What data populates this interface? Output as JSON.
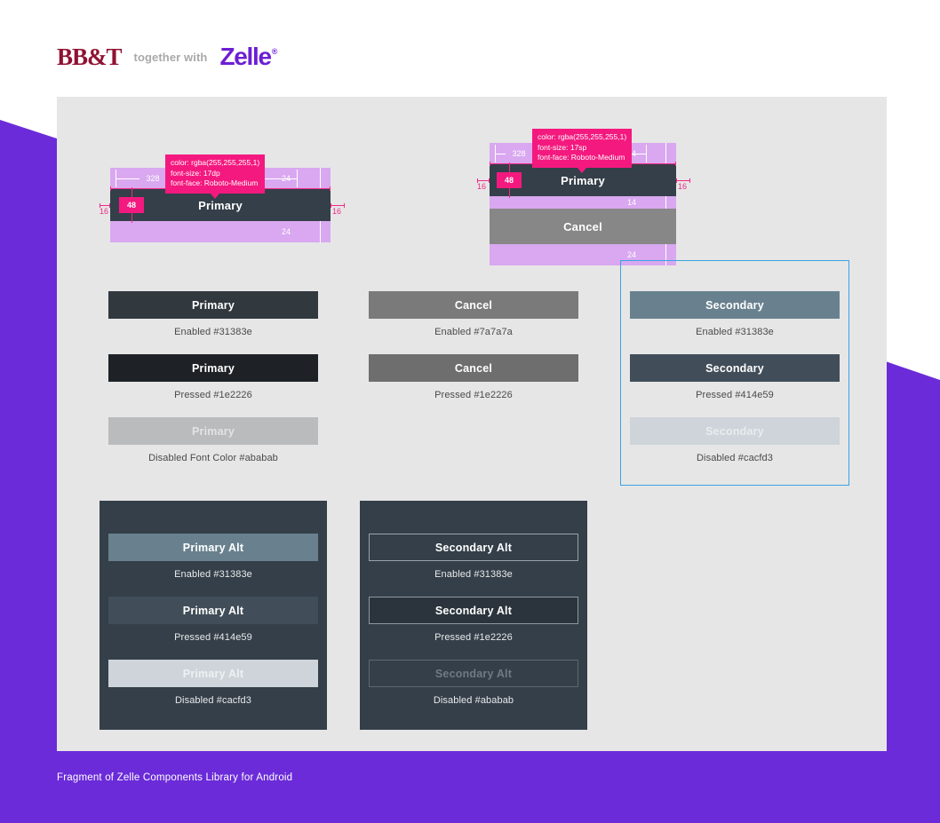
{
  "header": {
    "brand": "BB&T",
    "tagline": "together with",
    "partner": "Zelle",
    "partner_mark": "®"
  },
  "footer": {
    "caption": "Fragment of Zelle Components Library for Android"
  },
  "colors": {
    "purple": "#6b2bd9",
    "canvas": "#e6e6e6",
    "redline_pink": "#f4197f",
    "redline_pad": "#d9a8f0",
    "selection_blue": "#3aa3e3",
    "bbt_red": "#8f1232",
    "zelle_purple": "#6d1ed4",
    "primary_enabled": "#31383e",
    "primary_pressed": "#1e2226",
    "primary_disabled": "#b9bbbd",
    "cancel_enabled": "#7a7a7a",
    "cancel_pressed": "#6e6e6e",
    "secondary_enabled": "#69818f",
    "secondary_pressed": "#414e59",
    "secondary_disabled": "#ced4d9",
    "panel_dark": "#343f49"
  },
  "specs": [
    {
      "id": "spec-primary-single",
      "callout": [
        "color: rgba(255,255,255,1)",
        "font-size: 17dp",
        "font-face: Roboto-Medium"
      ],
      "button_label": "Primary",
      "width_label": "328",
      "height_label": "48",
      "margin_left_label": "16",
      "margin_right_label": "16",
      "pad_top_label": "24",
      "pad_bottom_label": "24"
    },
    {
      "id": "spec-primary-cancel-stack",
      "callout": [
        "color: rgba(255,255,255,1)",
        "font-size: 17sp",
        "font-face: Roboto-Medium"
      ],
      "button_label": "Primary",
      "second_button_label": "Cancel",
      "width_label": "328",
      "height_label": "48",
      "margin_left_label": "16",
      "margin_right_label": "16",
      "pad_top_label": "24",
      "gap_label": "14",
      "pad_bottom_label": "24"
    }
  ],
  "columns": [
    {
      "id": "primary",
      "selected": false,
      "dark_panel": false,
      "states": [
        {
          "label": "Primary",
          "bg": "#31383e",
          "fg": "#ffffff",
          "caption": "Enabled #31383e",
          "border": "none"
        },
        {
          "label": "Primary",
          "bg": "#1e2226",
          "fg": "#ffffff",
          "caption": "Pressed #1e2226",
          "border": "none"
        },
        {
          "label": "Primary",
          "bg": "#b9bbbd",
          "fg": "#e2e3e4",
          "caption": "Disabled Font Color #ababab",
          "border": "none"
        }
      ]
    },
    {
      "id": "cancel",
      "selected": false,
      "dark_panel": false,
      "states": [
        {
          "label": "Cancel",
          "bg": "#7a7a7a",
          "fg": "#ffffff",
          "caption": "Enabled #7a7a7a",
          "border": "none"
        },
        {
          "label": "Cancel",
          "bg": "#6e6e6e",
          "fg": "#ffffff",
          "caption": "Pressed #1e2226",
          "border": "none"
        }
      ]
    },
    {
      "id": "secondary",
      "selected": true,
      "dark_panel": false,
      "states": [
        {
          "label": "Secondary",
          "bg": "#69818f",
          "fg": "#ffffff",
          "caption": "Enabled #31383e",
          "border": "none"
        },
        {
          "label": "Secondary",
          "bg": "#414e59",
          "fg": "#ffffff",
          "caption": "Pressed #414e59",
          "border": "none"
        },
        {
          "label": "Secondary",
          "bg": "#ced4d9",
          "fg": "#e8ecef",
          "caption": "Disabled #cacfd3",
          "border": "none"
        }
      ]
    },
    {
      "id": "primary-alt",
      "selected": false,
      "dark_panel": true,
      "states": [
        {
          "label": "Primary Alt",
          "bg": "#69818f",
          "fg": "#ffffff",
          "caption": "Enabled #31383e",
          "border": "none"
        },
        {
          "label": "Primary Alt",
          "bg": "#414e59",
          "fg": "#ffffff",
          "caption": "Pressed #414e59",
          "border": "none"
        },
        {
          "label": "Primary Alt",
          "bg": "#ced4d9",
          "fg": "#eef1f3",
          "caption": "Disabled #cacfd3",
          "border": "none"
        }
      ]
    },
    {
      "id": "secondary-alt",
      "selected": false,
      "dark_panel": true,
      "states": [
        {
          "label": "Secondary Alt",
          "bg": "#343f49",
          "fg": "#ffffff",
          "caption": "Enabled #31383e",
          "border": "1px solid #9aa3ab"
        },
        {
          "label": "Secondary Alt",
          "bg": "#2b343c",
          "fg": "#ffffff",
          "caption": "Pressed #1e2226",
          "border": "1px solid #8e979f"
        },
        {
          "label": "Secondary Alt",
          "bg": "#343f49",
          "fg": "#6f7a83",
          "caption": "Disabled #ababab",
          "border": "1px solid #5d686f"
        }
      ]
    }
  ]
}
